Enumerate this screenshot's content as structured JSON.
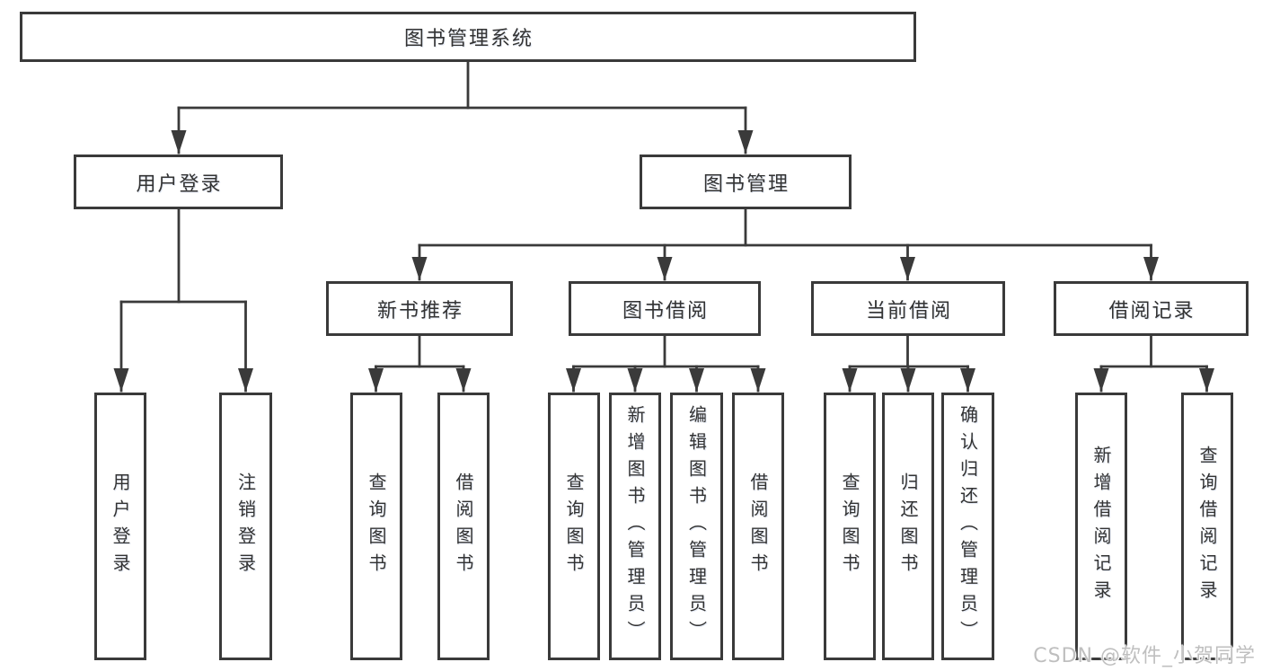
{
  "diagram": {
    "root": {
      "label": "图书管理系统"
    },
    "level2": [
      {
        "label": "用户登录",
        "parent": "图书管理系统"
      },
      {
        "label": "图书管理",
        "parent": "图书管理系统"
      }
    ],
    "level3": [
      {
        "label": "新书推荐",
        "parent": "图书管理"
      },
      {
        "label": "图书借阅",
        "parent": "图书管理"
      },
      {
        "label": "当前借阅",
        "parent": "图书管理"
      },
      {
        "label": "借阅记录",
        "parent": "图书管理"
      }
    ],
    "leaves": [
      {
        "label": "用户登录",
        "parent": "用户登录"
      },
      {
        "label": "注销登录",
        "parent": "用户登录"
      },
      {
        "label": "查询图书",
        "parent": "新书推荐"
      },
      {
        "label": "借阅图书",
        "parent": "新书推荐"
      },
      {
        "label": "查询图书",
        "parent": "图书借阅"
      },
      {
        "label": "新增图书（管理员）",
        "parent": "图书借阅"
      },
      {
        "label": "编辑图书（管理员）",
        "parent": "图书借阅"
      },
      {
        "label": "借阅图书",
        "parent": "图书借阅"
      },
      {
        "label": "查询图书",
        "parent": "当前借阅"
      },
      {
        "label": "归还图书",
        "parent": "当前借阅"
      },
      {
        "label": "确认归还（管理员）",
        "parent": "当前借阅"
      },
      {
        "label": "新增借阅记录",
        "parent": "借阅记录"
      },
      {
        "label": "查询借阅记录",
        "parent": "借阅记录"
      }
    ]
  },
  "watermark": {
    "text": "CSDN @软件_小贺同学"
  },
  "colors": {
    "line": "#3a3a3a",
    "border": "#3a3a3a",
    "text": "#333333",
    "background": "#ffffff",
    "watermark": "#bfbfbf"
  }
}
